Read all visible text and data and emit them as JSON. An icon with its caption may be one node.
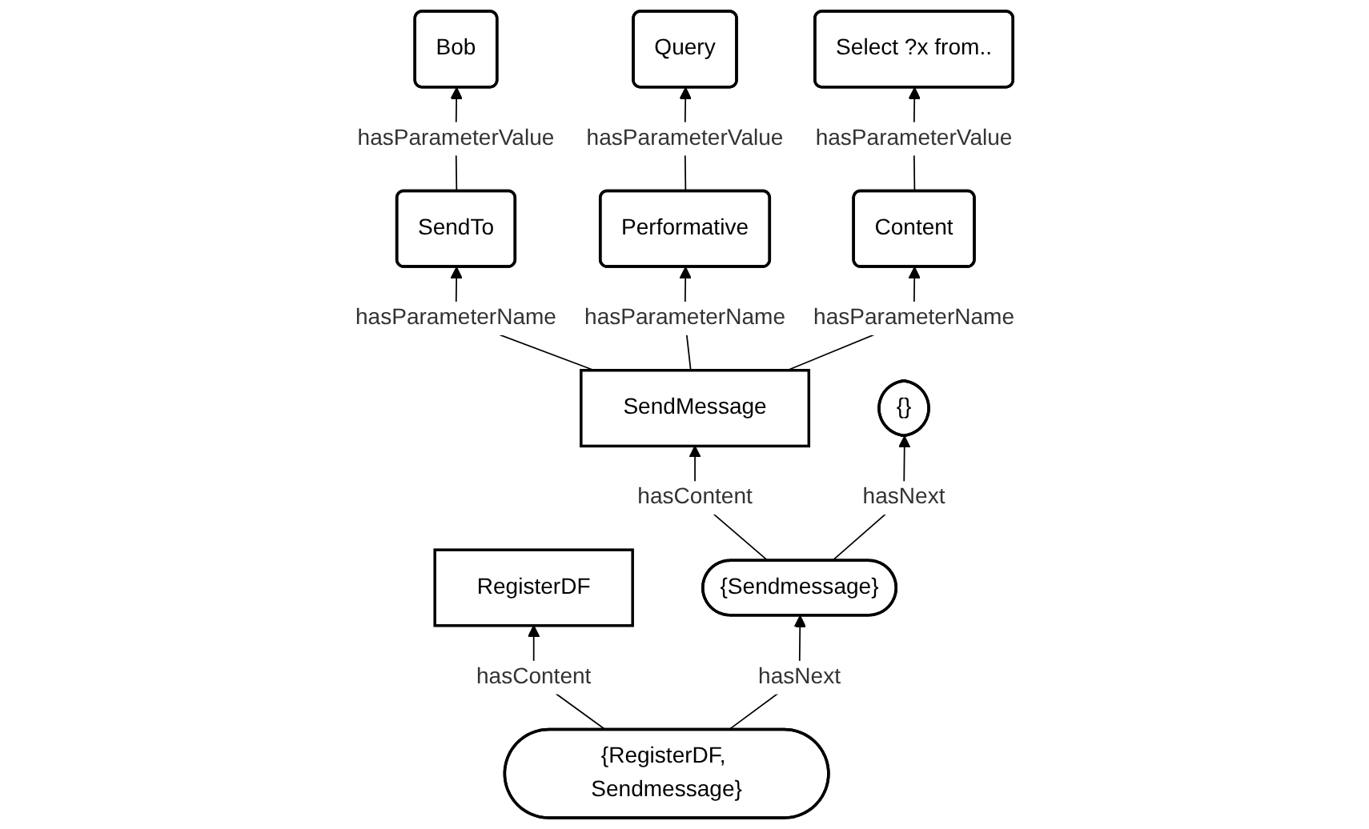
{
  "diagram": {
    "nodes": [
      {
        "text": [
          "Bob"
        ]
      },
      {
        "text": [
          "Query"
        ]
      },
      {
        "text": [
          "Select ?x from.."
        ]
      },
      {
        "text": [
          "SendTo"
        ]
      },
      {
        "text": [
          "Performative"
        ]
      },
      {
        "text": [
          "Content"
        ]
      },
      {
        "text": [
          "RegisterDF"
        ]
      },
      {
        "text": [
          "SendMessage"
        ]
      },
      {
        "text": [
          "{RegisterDF, Sendmessage}"
        ]
      },
      {
        "text": [
          "{Sendmessage}"
        ]
      },
      {
        "text": [
          "{}"
        ]
      }
    ],
    "edges": [
      {
        "from": 3,
        "to": 0,
        "arrow": "to",
        "label": "hasParameterValue"
      },
      {
        "from": 4,
        "to": 1,
        "arrow": "to",
        "label": "hasParameterValue"
      },
      {
        "from": 5,
        "to": 2,
        "arrow": "to",
        "label": "hasParameterValue"
      },
      {
        "from": 7,
        "to": 3,
        "arrow": "to",
        "label": "hasParameterName"
      },
      {
        "from": 7,
        "to": 4,
        "arrow": "to",
        "label": "hasParameterName"
      },
      {
        "from": 7,
        "to": 5,
        "arrow": "to",
        "label": "hasParameterName"
      },
      {
        "from": 8,
        "to": 6,
        "arrow": "to",
        "label": "hasContent"
      },
      {
        "from": 9,
        "to": 7,
        "arrow": "to",
        "label": "hasContent"
      },
      {
        "from": 8,
        "to": 9,
        "arrow": "to",
        "label": "hasNext"
      },
      {
        "from": 9,
        "to": 10,
        "arrow": "to",
        "label": "hasNext"
      }
    ]
  }
}
